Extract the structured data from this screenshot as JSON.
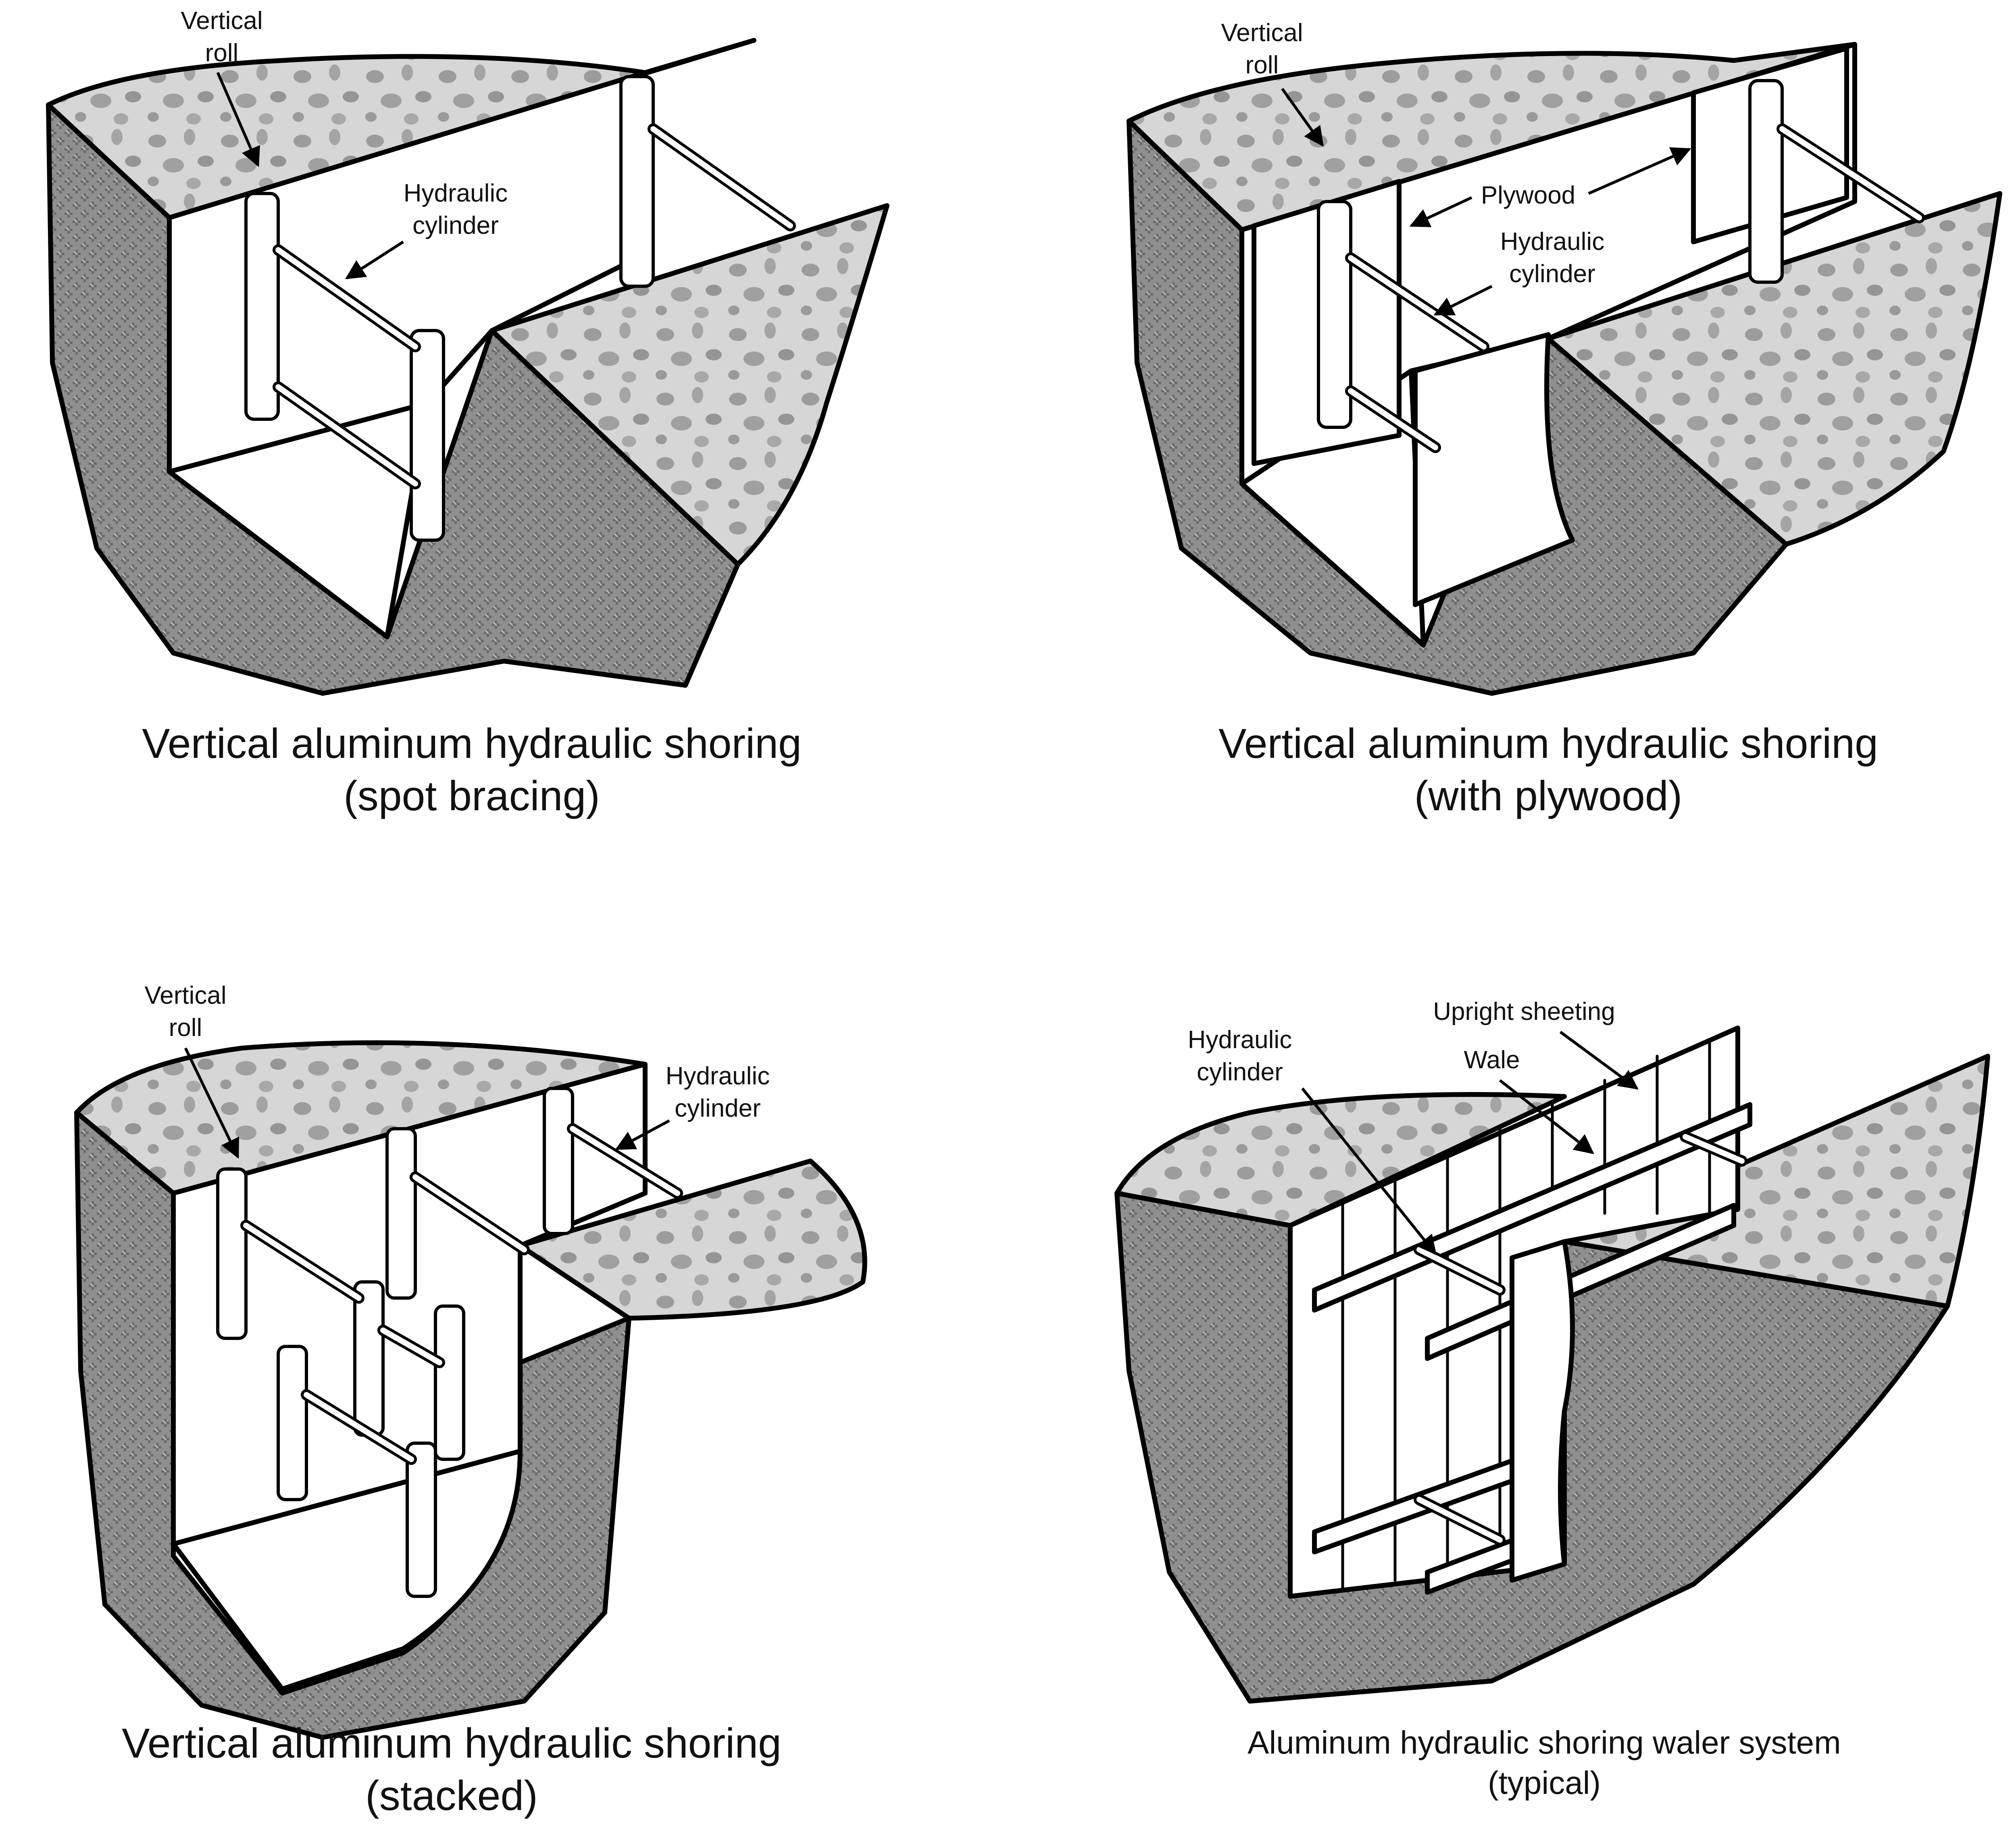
{
  "panels": [
    {
      "id": "spot-bracing",
      "caption_line1": "Vertical aluminum hydraulic shoring",
      "caption_line2": "(spot bracing)",
      "labels": {
        "vertical_roll_1": "Vertical",
        "vertical_roll_2": "roll",
        "cylinder_1": "Hydraulic",
        "cylinder_2": "cylinder"
      }
    },
    {
      "id": "with-plywood",
      "caption_line1": "Vertical aluminum hydraulic shoring",
      "caption_line2": "(with plywood)",
      "labels": {
        "vertical_roll_1": "Vertical",
        "vertical_roll_2": "roll",
        "plywood": "Plywood",
        "cylinder_1": "Hydraulic",
        "cylinder_2": "cylinder"
      }
    },
    {
      "id": "stacked",
      "caption_line1": "Vertical aluminum hydraulic shoring",
      "caption_line2": "(stacked)",
      "labels": {
        "vertical_roll_1": "Vertical",
        "vertical_roll_2": "roll",
        "cylinder_1": "Hydraulic",
        "cylinder_2": "cylinder"
      }
    },
    {
      "id": "waler-system",
      "caption_line1": "Aluminum hydraulic shoring waler system",
      "caption_line2": "(typical)",
      "labels": {
        "upright_sheeting": "Upright sheeting",
        "wale": "Wale",
        "cylinder_1": "Hydraulic",
        "cylinder_2": "cylinder"
      }
    }
  ],
  "colors": {
    "soil": "#8f8f8f",
    "ground": "#d4d4d4",
    "ground_spots": "#9a9a9a",
    "line": "#000000"
  }
}
